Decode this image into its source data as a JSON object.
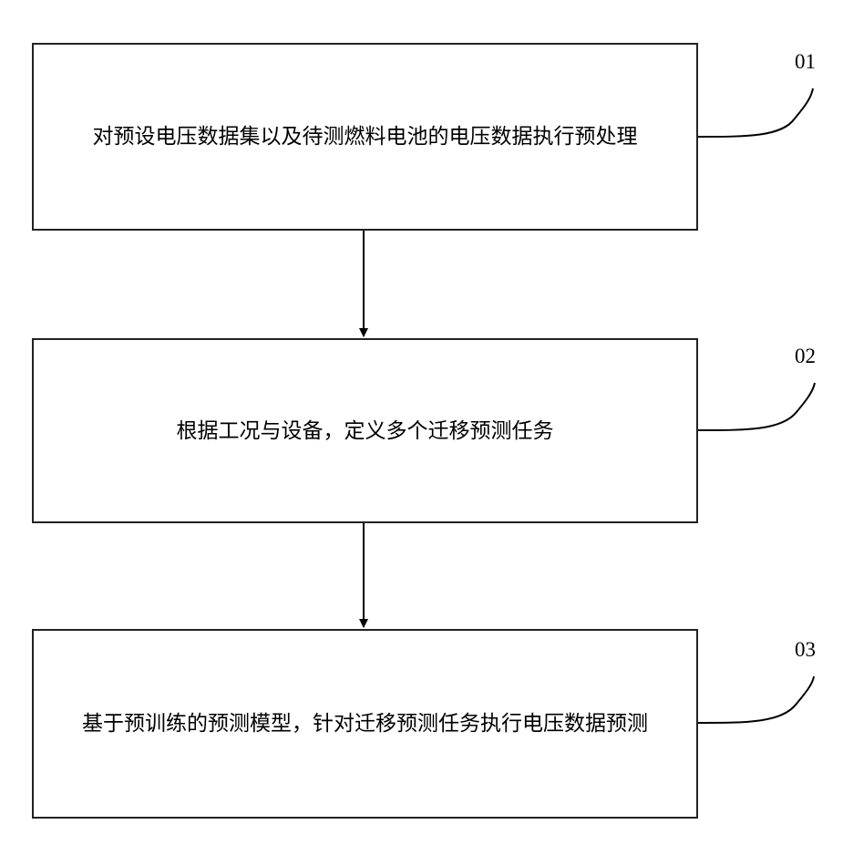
{
  "steps": [
    {
      "tag": "01",
      "text": "对预设电压数据集以及待测燃料电池的电压数据执行预处理"
    },
    {
      "tag": "02",
      "text": "根据工况与设备，定义多个迁移预测任务"
    },
    {
      "tag": "03",
      "text": "基于预训练的预测模型，针对迁移预测任务执行电压数据预测"
    }
  ]
}
